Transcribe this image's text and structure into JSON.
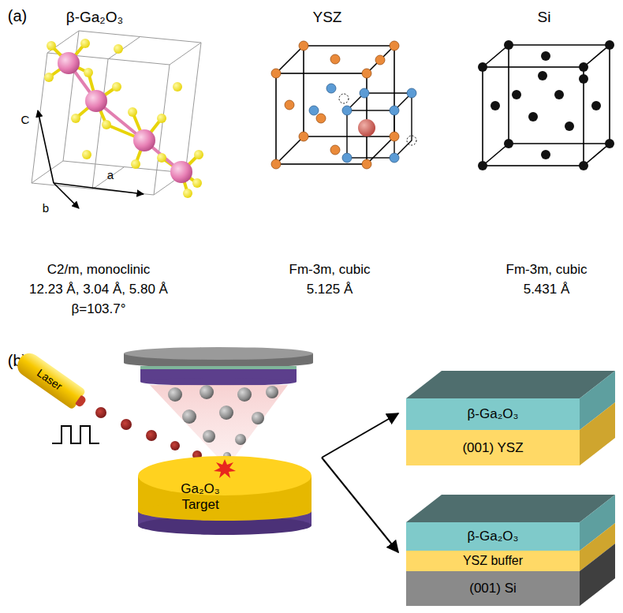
{
  "diagram": {
    "nodes": [
      {
        "text": [
          "Laser"
        ]
      },
      {
        "text": [
          "Ga₂O₃ Target"
        ]
      },
      {
        "text": [
          "β-Ga₂O₃"
        ]
      },
      {
        "text": [
          "(001) YSZ"
        ]
      },
      {
        "text": [
          "β-Ga₂O₃"
        ]
      },
      {
        "text": [
          "YSZ buffer"
        ]
      },
      {
        "text": [
          "(001) Si"
        ]
      }
    ],
    "labels": [
      "(a)",
      "β-Ga₂O₃",
      "YSZ",
      "Si",
      "C",
      "a",
      "b",
      "C2/m, monoclinic",
      "12.23 Å, 3.04 Å, 5.80 Å",
      "β=103.7°",
      "Fm-3m, cubic",
      "5.125 Å",
      "Fm-3m, cubic",
      "5.431 Å",
      "(b)"
    ]
  }
}
